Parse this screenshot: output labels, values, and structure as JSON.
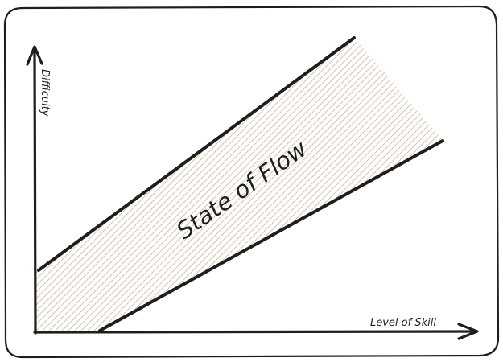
{
  "diagram": {
    "region_label": "State of Flow",
    "y_axis_label": "Difficulty",
    "x_axis_label": "Level of Skill",
    "colors": {
      "ink": "#1e1e1e",
      "hatch": "#d8c4ad",
      "background": "#ffffff"
    }
  }
}
